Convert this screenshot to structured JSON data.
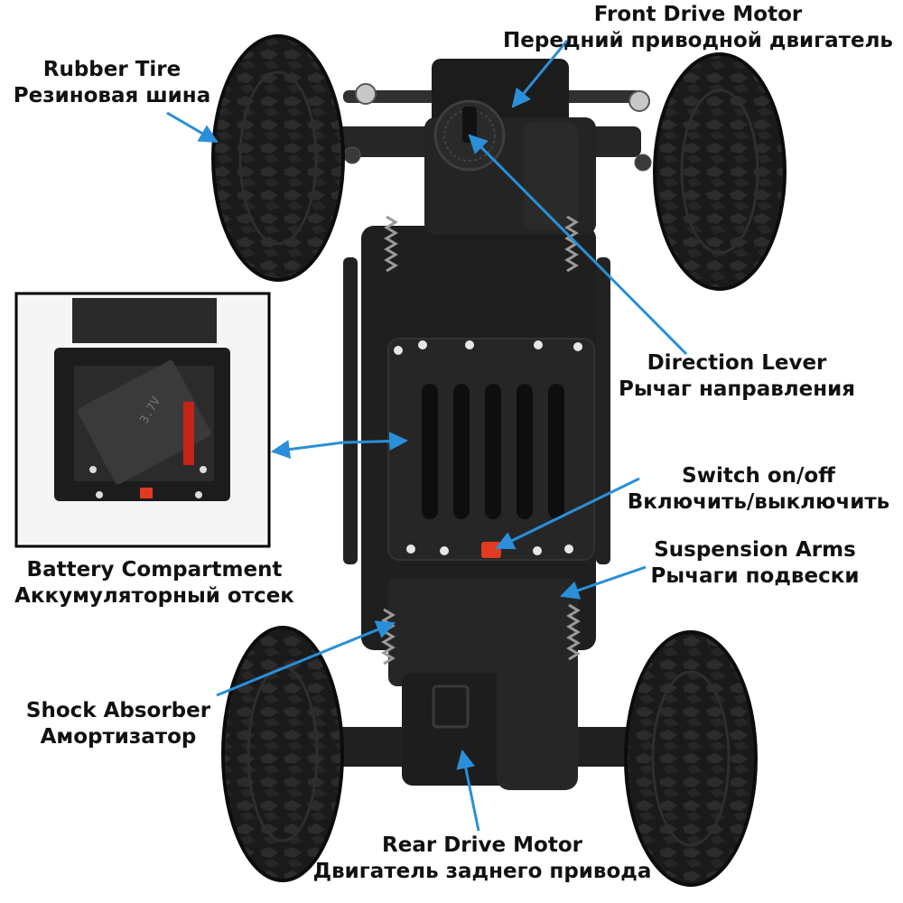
{
  "labels": {
    "front_motor": {
      "en": "Front Drive Motor",
      "ru": "Передний приводной двигатель"
    },
    "rubber_tire": {
      "en": "Rubber Tire",
      "ru": "Резиновая шина"
    },
    "direction_lever": {
      "en": "Direction Lever",
      "ru": "Рычаг направления"
    },
    "switch": {
      "en": "Switch on/off",
      "ru": "Включить/выключить"
    },
    "suspension": {
      "en": "Suspension Arms",
      "ru": "Рычаги подвески"
    },
    "battery": {
      "en": "Battery Compartment",
      "ru": "Аккумуляторный отсек"
    },
    "shock": {
      "en": "Shock Absorber",
      "ru": "Амортизатор"
    },
    "rear_motor": {
      "en": "Rear Drive Motor",
      "ru": "Двигатель заднего привода"
    }
  },
  "inset": {
    "battery_marking": "3.7V"
  },
  "colors": {
    "arrow": "#2a8fd8",
    "chassis": "#1b1b1b",
    "tire": "#141414",
    "switch": "#e23a1e"
  }
}
